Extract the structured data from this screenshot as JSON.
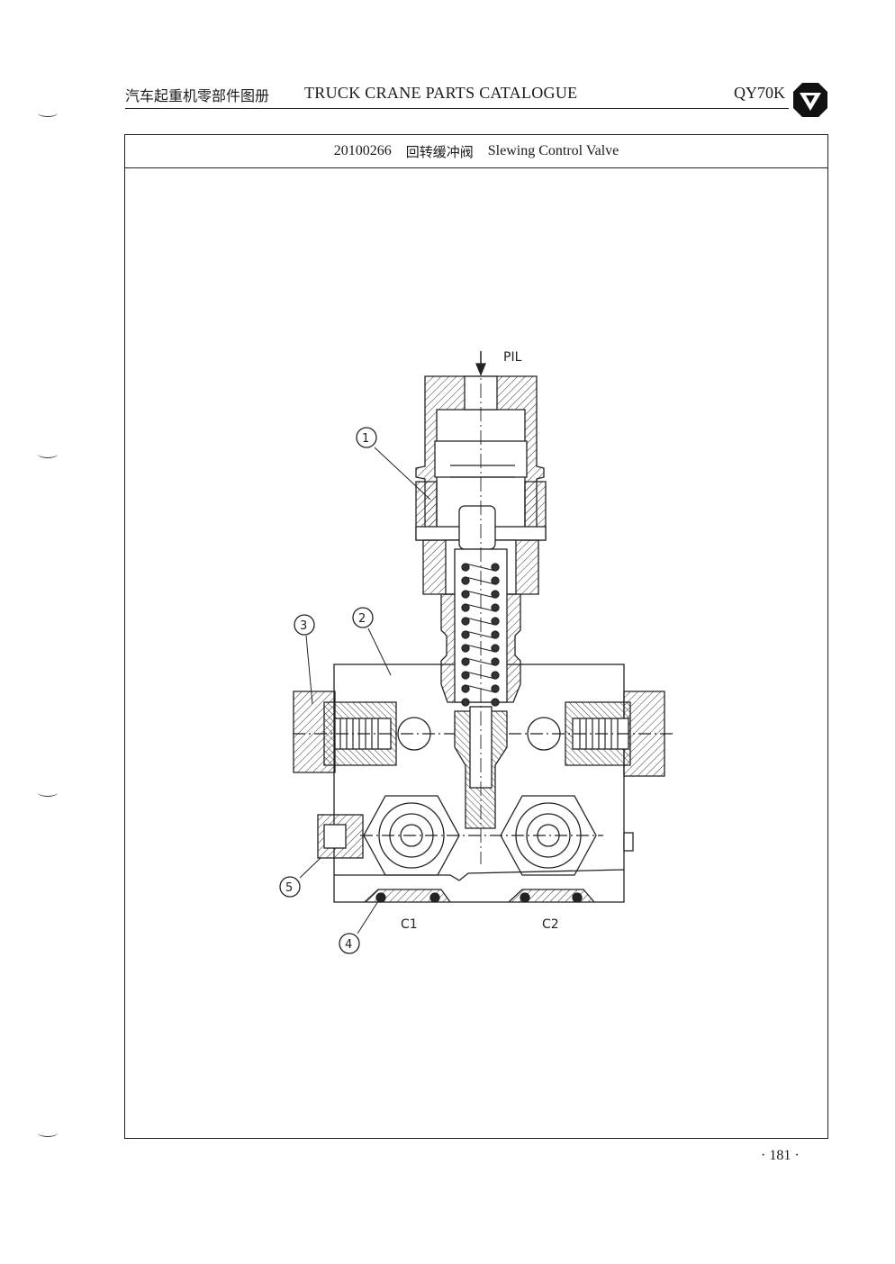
{
  "header": {
    "catalogue_cn": "汽车起重机零部件图册",
    "catalogue_en": "TRUCK CRANE PARTS CATALOGUE",
    "model": "QY70K",
    "logo_icon": "xcmg-triangle-logo-icon"
  },
  "part": {
    "code": "20100266",
    "name_cn": "回转缓冲阀",
    "name_en": "Slewing Control Valve"
  },
  "drawing": {
    "port_labels": {
      "pilot": "PIL",
      "c1": "C1",
      "c2": "C2"
    },
    "callouts": [
      "1",
      "2",
      "3",
      "4",
      "5"
    ]
  },
  "footer": {
    "page_number": "· 181 ·"
  }
}
